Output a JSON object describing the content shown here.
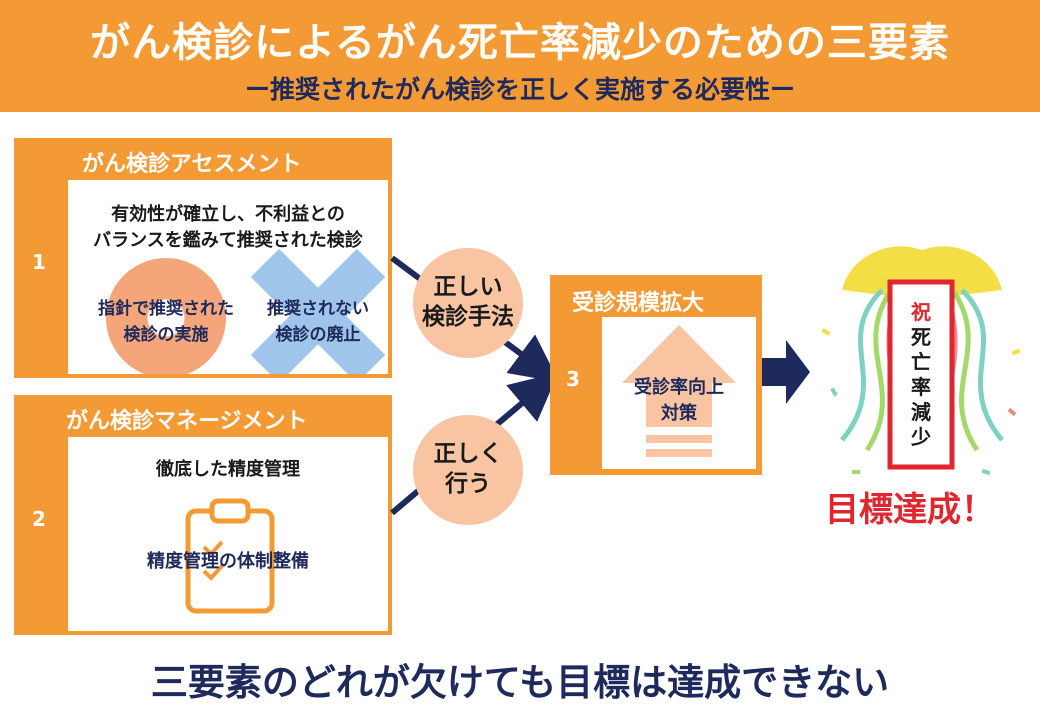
{
  "header": {
    "title": "がん検診によるがん死亡率減少のための三要素",
    "subtitle": "ー推奨されたがん検診を正しく実施する必要性ー"
  },
  "panel1": {
    "number": "1",
    "title": "がん検診アセスメント",
    "description_line1": "有効性が確立し、不利益との",
    "description_line2": "バランスを鑑みて推奨された検診",
    "left_label_line1": "指針で推奨された",
    "left_label_line2": "検診の実施",
    "right_label_line1": "推奨されない",
    "right_label_line2": "検診の廃止"
  },
  "panel2": {
    "number": "2",
    "title": "がん検診マネージメント",
    "description": "徹底した精度管理",
    "label": "精度管理の体制整備"
  },
  "panel3": {
    "number": "3",
    "title": "受診規模拡大",
    "label_line1": "受診率向上",
    "label_line2": "対策"
  },
  "connectors": {
    "top_line1": "正しい",
    "top_line2": "検診手法",
    "bottom_line1": "正しく",
    "bottom_line2": "行う"
  },
  "banner": {
    "mark": "祝",
    "text": [
      "死",
      "亡",
      "率",
      "減",
      "少"
    ]
  },
  "goal": "目標達成！",
  "footer": "三要素のどれが欠けても目標は達成できない",
  "colors": {
    "orange": "#f39a34",
    "navy": "#1f2a5c",
    "red": "#e0262f",
    "salmon": "#f4a67a",
    "light_blue": "#9fc5ea"
  }
}
